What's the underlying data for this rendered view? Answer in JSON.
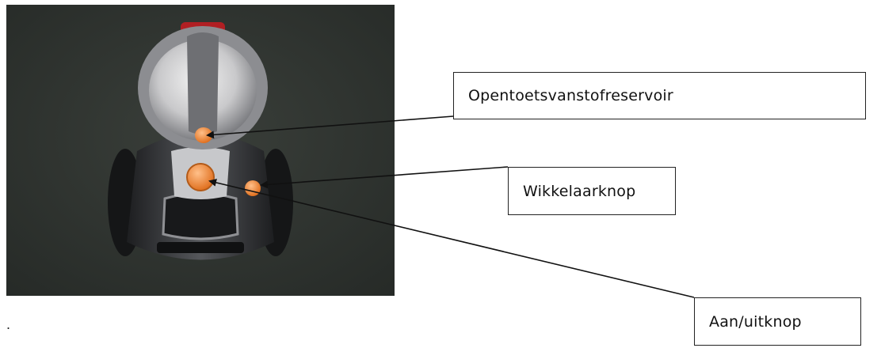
{
  "diagram": {
    "labels": {
      "reservoir_button": "Opentoetsvanstofreservoir",
      "winder_button": "Wikkelaarknop",
      "power_button": "Aan/uitknop"
    },
    "footnote_mark": ".",
    "colors": {
      "photo_background": "#2e332f",
      "vacuum_body": "#3a3b3e",
      "vacuum_silver": "#b8b9bc",
      "button_orange": "#f08a3a",
      "handle_red": "#b11f23",
      "label_border": "#222222",
      "arrow": "#111111"
    },
    "icons": [
      "vacuum-cleaner-photo",
      "arrow-line"
    ]
  }
}
